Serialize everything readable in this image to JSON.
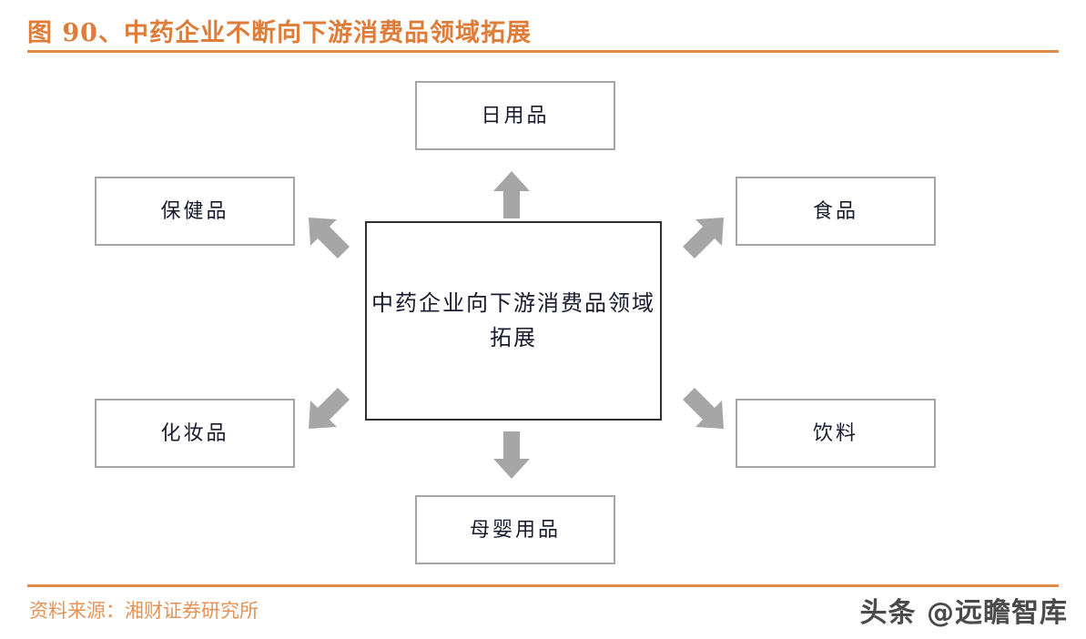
{
  "header": {
    "title": "图 90、中药企业不断向下游消费品领域拓展",
    "accent_color": "#E08A4B"
  },
  "diagram": {
    "center": {
      "label": "中药企业向下游消费品领域拓展",
      "border_color": "#2f2f2f"
    },
    "nodes": [
      {
        "id": "daily-goods",
        "label": "日用品",
        "position": "top"
      },
      {
        "id": "health-care",
        "label": "保健品",
        "position": "left-upper"
      },
      {
        "id": "food",
        "label": "食品",
        "position": "right-upper"
      },
      {
        "id": "cosmetics",
        "label": "化妆品",
        "position": "left-lower"
      },
      {
        "id": "beverage",
        "label": "饮料",
        "position": "right-lower"
      },
      {
        "id": "mother-baby",
        "label": "母婴用品",
        "position": "bottom"
      }
    ],
    "arrows": [
      {
        "id": "arrow-up",
        "direction": "up",
        "target": "daily-goods"
      },
      {
        "id": "arrow-up-left",
        "direction": "up-left",
        "target": "health-care"
      },
      {
        "id": "arrow-up-right",
        "direction": "up-right",
        "target": "food"
      },
      {
        "id": "arrow-down-left",
        "direction": "down-left",
        "target": "cosmetics"
      },
      {
        "id": "arrow-down-right",
        "direction": "down-right",
        "target": "beverage"
      },
      {
        "id": "arrow-down",
        "direction": "down",
        "target": "mother-baby"
      }
    ],
    "box_border_color": "#a6a6a6",
    "arrow_color": "#a6a6a6"
  },
  "footer": {
    "source": "资料来源：湘财证券研究所",
    "watermark": "头条 @远瞻智库"
  }
}
